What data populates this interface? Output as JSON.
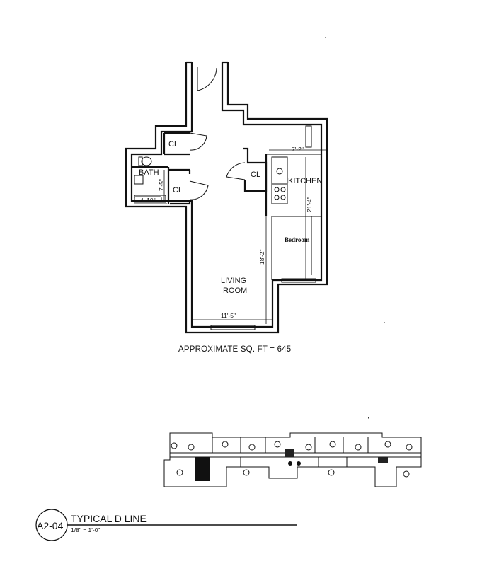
{
  "rooms": {
    "closet_1": "CL",
    "closet_2": "CL",
    "closet_3": "CL",
    "bath": "BATH",
    "kitchen": "KITCHEN",
    "bedroom": "Bedroom",
    "living_1": "LIVING",
    "living_2": "ROOM"
  },
  "dimensions": {
    "kitchen_width": "7'-2\"",
    "kitchen_depth": "21'-4\"",
    "bath_height": "7'-5\"",
    "bath_width": "4'-10\"",
    "living_depth": "18'-2\"",
    "living_width": "11'-5\""
  },
  "area_note": "APPROXIMATE SQ. FT  = 645",
  "title_block": {
    "sheet_number": "A2-04",
    "title": "TYPICAL D LINE",
    "scale": "1/8\" = 1'-0\""
  }
}
